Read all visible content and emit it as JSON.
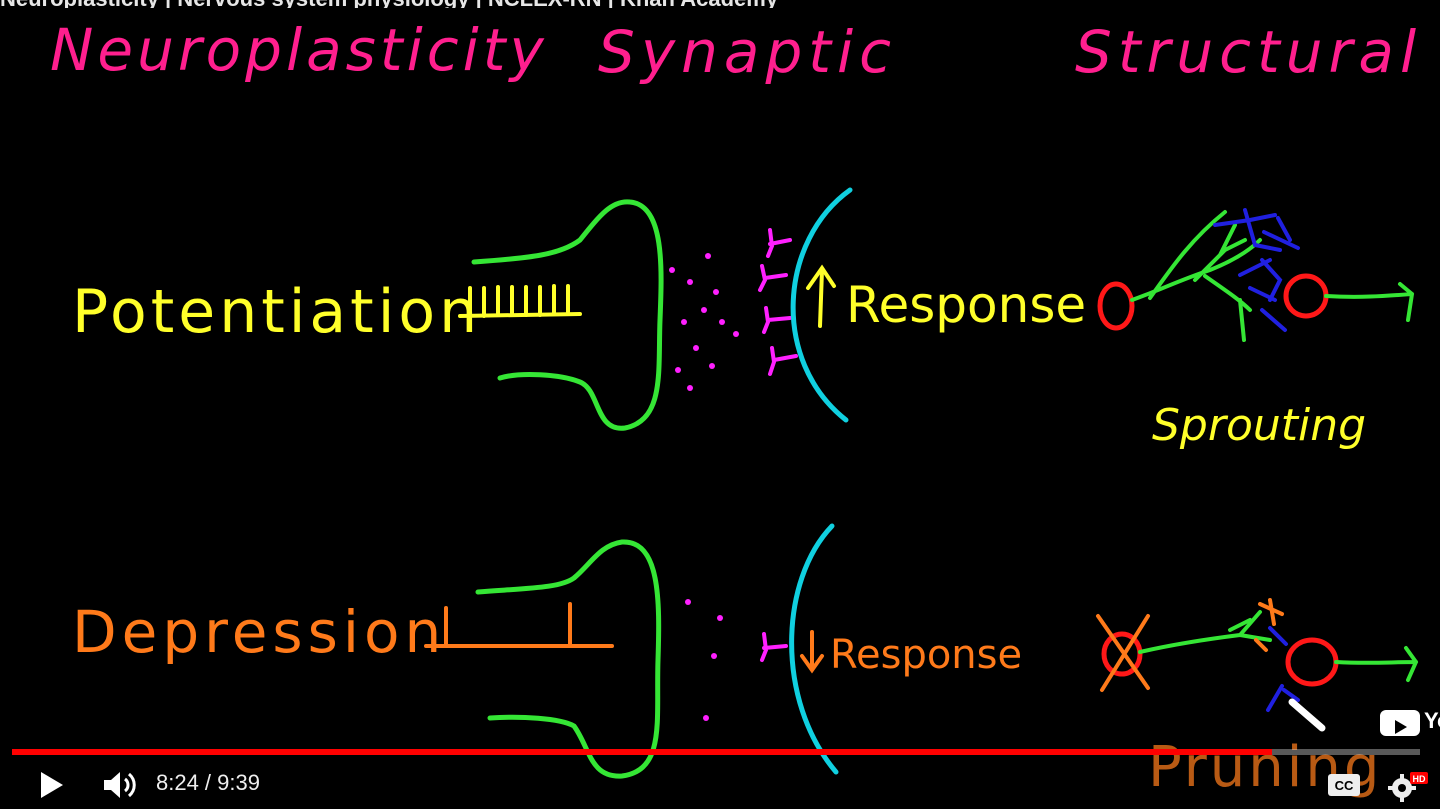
{
  "video": {
    "title": "Neuroplasticity | Nervous system physiology | NCLEX-RN | Khan Academy",
    "current_time": "8:24",
    "duration": "9:39",
    "time_display": "8:24 / 9:39",
    "progress_fraction": 0.8952
  },
  "board": {
    "headings": {
      "main": "Neuroplasticity",
      "synaptic": "Synaptic",
      "structural": "Structural"
    },
    "rows": {
      "potentiation": "Potentiation",
      "depression": "Depression"
    },
    "annotations": {
      "up_response": "Response",
      "down_response": "Response",
      "sprouting": "Sprouting",
      "pruning": "Pruning"
    }
  },
  "controls": {
    "play_icon": "play-icon",
    "volume_icon": "volume-icon",
    "cc_label": "CC",
    "hd_badge": "HD",
    "youtube_label": "Yo"
  },
  "colors": {
    "pink": "#ff1f8e",
    "yellow": "#ffff2a",
    "orange": "#ff7a1a",
    "green": "#35e635",
    "magenta": "#ff20ff",
    "cyan": "#10d0e0",
    "red": "#ff1818",
    "blue": "#2020e0",
    "progress": "#ff0000"
  }
}
